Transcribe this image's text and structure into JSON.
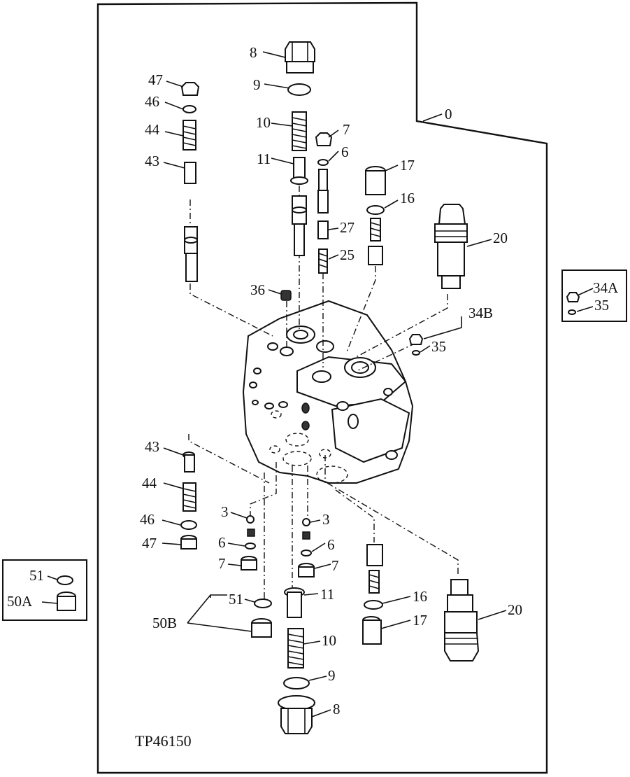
{
  "figure_id": "TP46150",
  "labels": {
    "l0": "0",
    "l8_top": "8",
    "l9_top": "9",
    "l10_top": "10",
    "l11_top": "11",
    "l7_top": "7",
    "l6_top": "6",
    "l27": "27",
    "l25": "25",
    "l17_top": "17",
    "l16_top": "16",
    "l20_top": "20",
    "l47_top": "47",
    "l46_top": "46",
    "l44_top": "44",
    "l43_top": "43",
    "l36": "36",
    "l34A": "34A",
    "l35_box": "35",
    "l34B": "34B",
    "l35_mid": "35",
    "l43_bot": "43",
    "l44_bot": "44",
    "l46_bot": "46",
    "l47_bot": "47",
    "l3_left": "3",
    "l6_left": "6",
    "l7_left": "7",
    "l3_right": "3",
    "l6_right": "6",
    "l7_right": "7",
    "l51_box": "51",
    "l50A": "50A",
    "l51_mid": "51",
    "l50B": "50B",
    "l11_bot": "11",
    "l10_bot": "10",
    "l9_bot": "9",
    "l8_bot": "8",
    "l16_bot": "16",
    "l17_bot": "17",
    "l20_bot": "20"
  }
}
